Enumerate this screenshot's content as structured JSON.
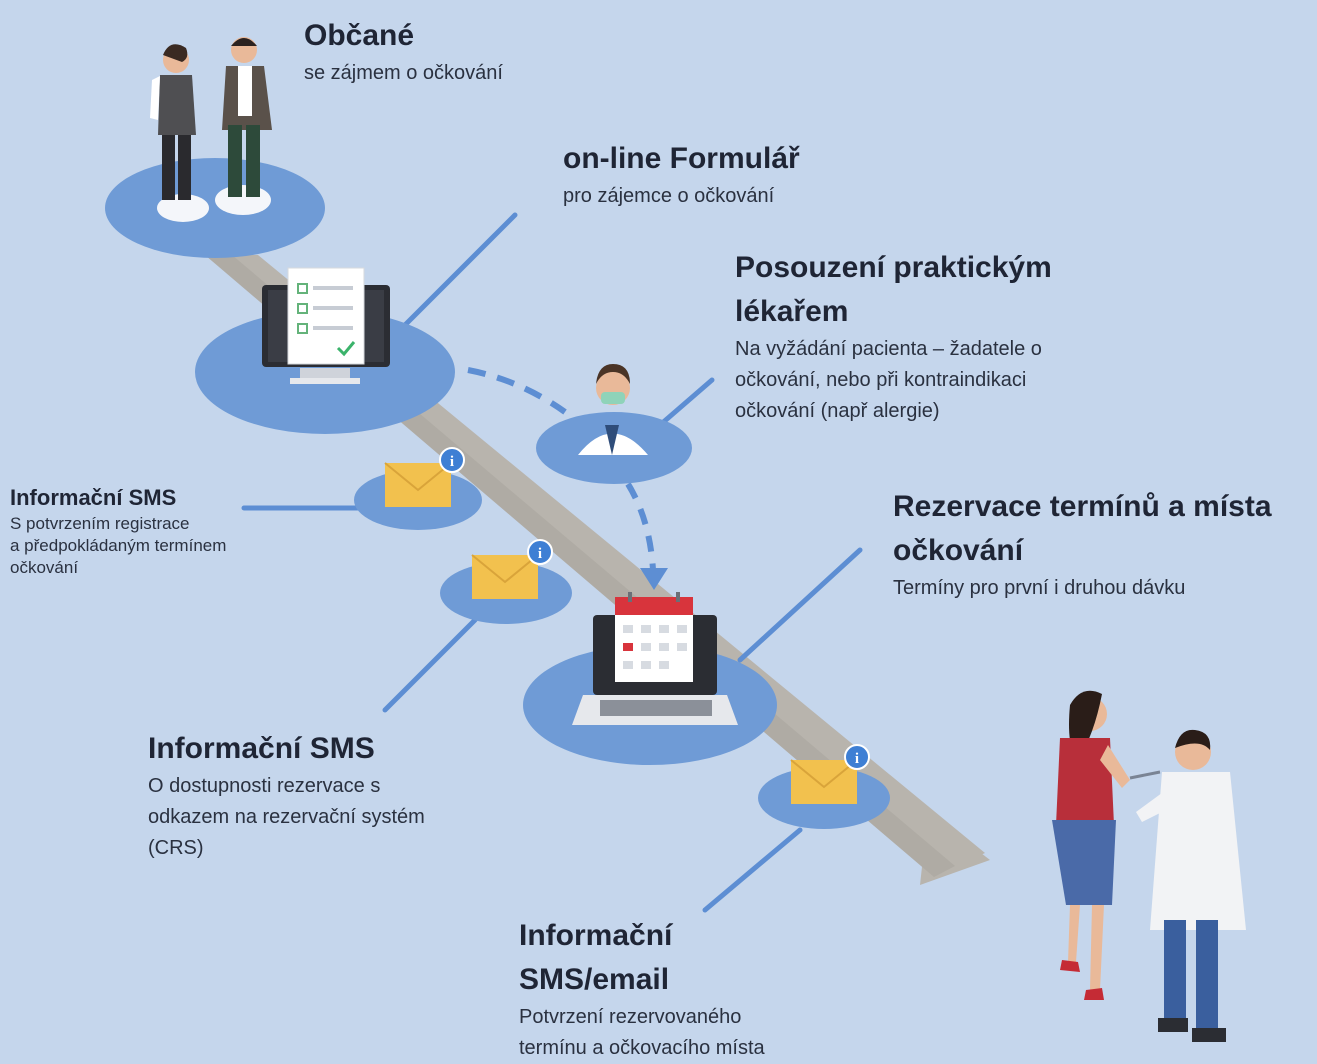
{
  "colors": {
    "background": "#c5d6ec",
    "platform": "#6f9bd6",
    "connector": "#5d8ed3",
    "arrow": "#b8b4ad",
    "envelope": "#f2c14e",
    "info_badge": "#3e7fd4",
    "calendar_red": "#d8343c"
  },
  "steps": {
    "citizens": {
      "title": "Občané",
      "subtitle": "se zájmem o očkování"
    },
    "form": {
      "title": "on-line Formulář",
      "subtitle": "pro zájemce o očkování"
    },
    "doctor": {
      "title_1": "Posouzení praktickým",
      "title_2": "lékařem",
      "desc_1": "Na vyžádání pacienta – žadatele o",
      "desc_2": "očkování, nebo při kontraindikaci",
      "desc_3": "očkování (např alergie)"
    },
    "sms1": {
      "title": "Informační SMS",
      "desc_1": "S potvrzením registrace",
      "desc_2": "a předpokládaným termínem",
      "desc_3": "očkování"
    },
    "reservation": {
      "title_1": "Rezervace termínů a místa",
      "title_2": "očkování",
      "desc": "Termíny pro první i druhou dávku"
    },
    "sms2": {
      "title": "Informační SMS",
      "desc_1": "O dostupnosti rezervace s",
      "desc_2": "odkazem na rezervační systém",
      "desc_3": "(CRS)"
    },
    "sms3": {
      "title_1": "Informační",
      "title_2": "SMS/email",
      "desc_1": "Potvrzení rezervovaného",
      "desc_2": "termínu a očkovacího místa"
    }
  },
  "icons": [
    "citizens-figures-icon",
    "online-form-monitor-icon",
    "doctor-icon",
    "envelope-info-icon",
    "calendar-laptop-icon",
    "vaccination-scene-icon"
  ]
}
